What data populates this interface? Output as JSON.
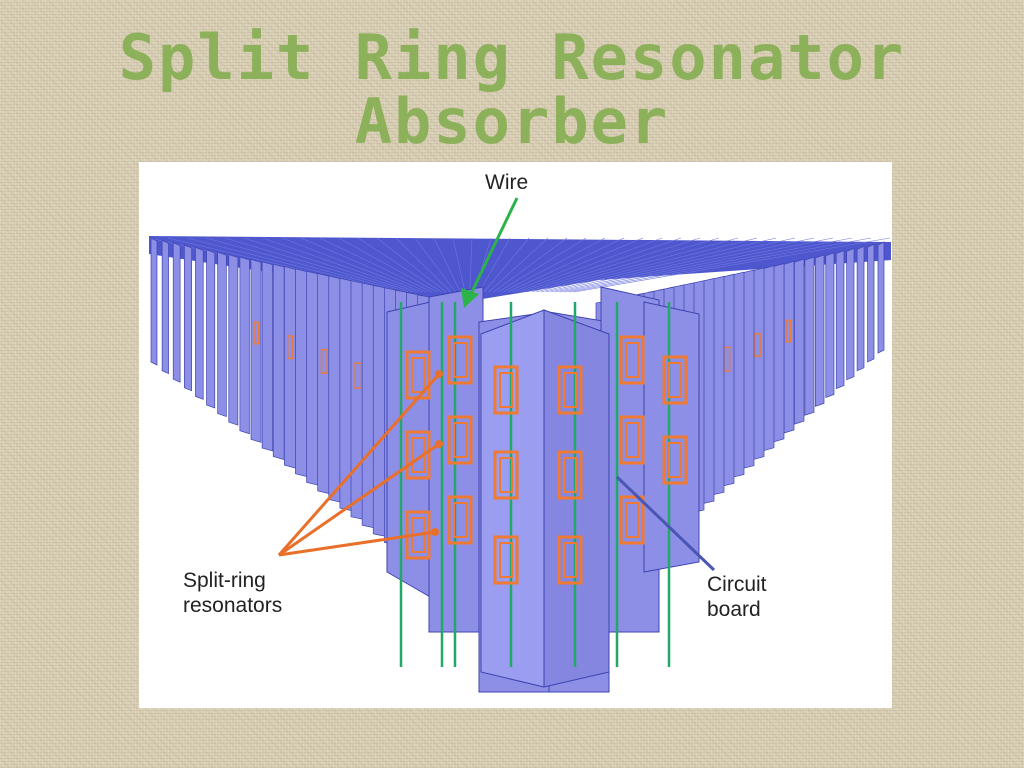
{
  "slide": {
    "title_line1": "Split Ring Resonator",
    "title_line2": "Absorber"
  },
  "figure": {
    "labels": {
      "wire": "Wire",
      "srr_line1": "Split-ring",
      "srr_line2": "resonators",
      "board_line1": "Circuit",
      "board_line2": "board"
    }
  },
  "colors": {
    "title": "#8db15a",
    "board_fill": "#8d8fe6",
    "board_edge": "#3d44b0",
    "wire": "#22a868",
    "resonator": "#ee7a33",
    "leader_green": "#2bb34a",
    "leader_orange": "#e8702a",
    "leader_blue": "#4a56b5"
  }
}
